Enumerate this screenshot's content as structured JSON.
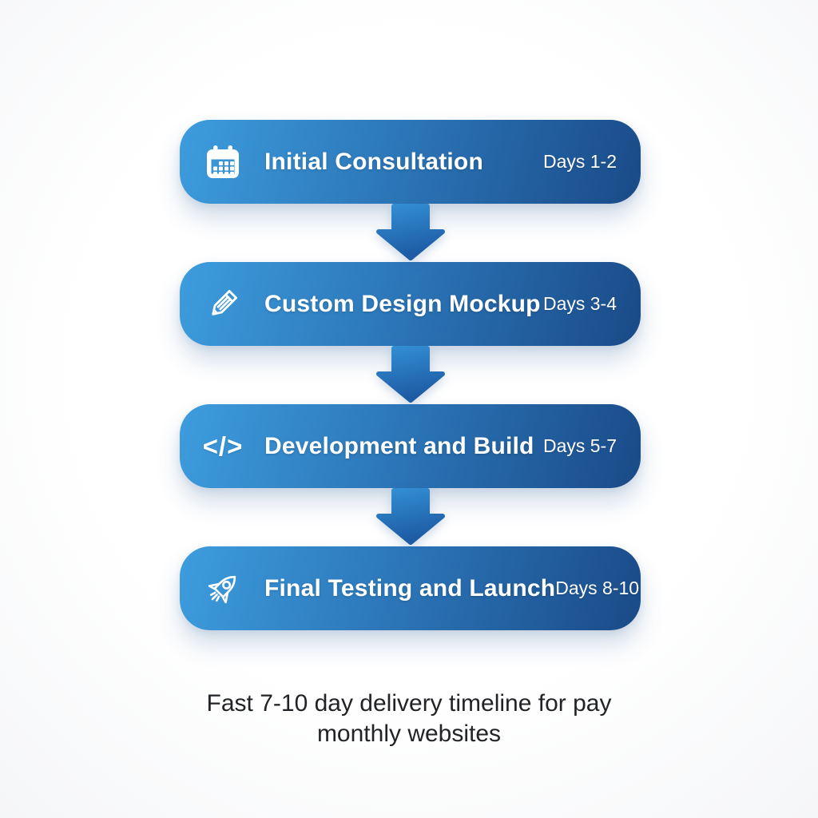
{
  "diagram": {
    "type": "vertical-process-timeline",
    "colors": {
      "bar_gradient_start": "#3d9dde",
      "bar_gradient_end": "#1a4a88",
      "arrow_top": "#338fd3",
      "arrow_bottom": "#1d5ca5",
      "text_on_bar": "#ffffff",
      "caption_text": "#222326",
      "background": "#ffffff"
    },
    "steps": [
      {
        "icon": "calendar-icon",
        "title": "Initial Consultation",
        "days": "Days 1-2"
      },
      {
        "icon": "pencil-icon",
        "title": "Custom Design Mockup",
        "days": "Days 3-4"
      },
      {
        "icon": "code-icon",
        "title": "Development and Build",
        "days": "Days 5-7",
        "glyph": "</>"
      },
      {
        "icon": "rocket-icon",
        "title": "Final Testing and Launch",
        "days": "Days 8-10"
      }
    ],
    "connector": "down-arrow",
    "caption": {
      "line1": "Fast 7-10 day delivery timeline for pay",
      "line2": "monthly websites"
    }
  }
}
